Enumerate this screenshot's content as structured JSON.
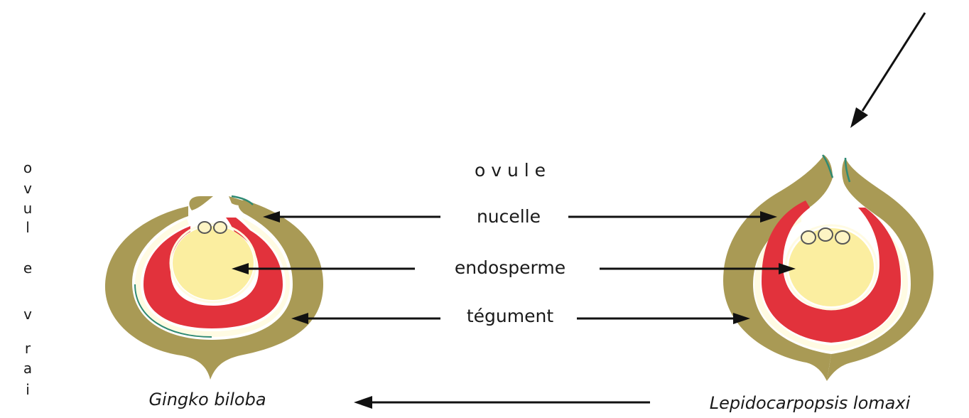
{
  "vertical_label_letters": [
    "o",
    "v",
    "u",
    "l",
    "e",
    "v",
    "r",
    "a",
    "i"
  ],
  "header_label": "o v u l e",
  "labels": {
    "nucelle": "nucelle",
    "endosperme": "endosperme",
    "tegument": "tégument"
  },
  "species": {
    "left": "Gingko biloba",
    "right": "Lepidocarpopsis lomaxi"
  },
  "colors": {
    "tegument": "#a99a55",
    "nucelle": "#e2323c",
    "endosperme": "#fbeea0",
    "membrane": "#fffbe3",
    "outline": "#2f8a73"
  }
}
